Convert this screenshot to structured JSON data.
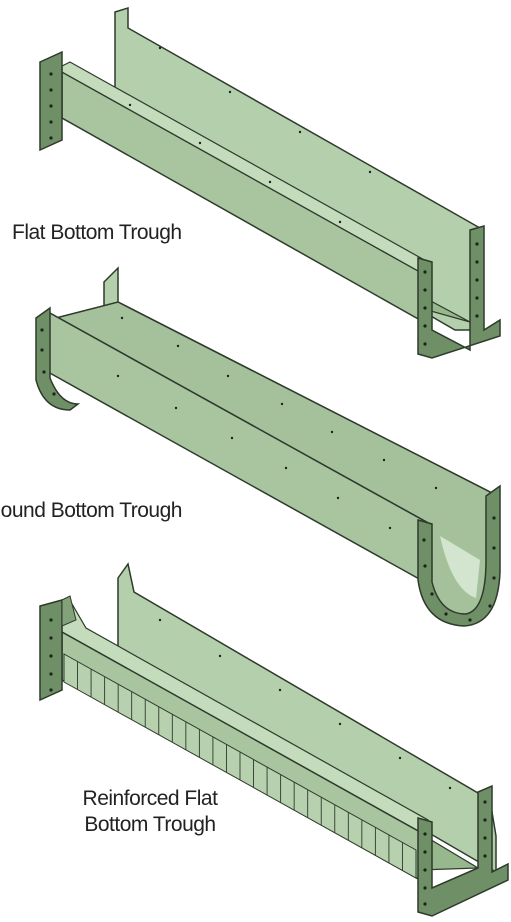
{
  "colors": {
    "panel": "#a8c5a0",
    "panel_light": "#bcd6b4",
    "panel_dark": "#8aa97f",
    "flange": "#5f7d57",
    "outline": "#2e3a2b",
    "bolt": "#1c241a",
    "label_text": "#222222",
    "background": "#ffffff"
  },
  "troughs": [
    {
      "name": "flat-bottom",
      "label": "Flat Bottom Trough"
    },
    {
      "name": "round-bottom",
      "label": "Round Bottom Trough"
    },
    {
      "name": "reinforced-flat-bottom",
      "label_line1": "Reinforced Flat",
      "label_line2": "Bottom Trough"
    }
  ]
}
